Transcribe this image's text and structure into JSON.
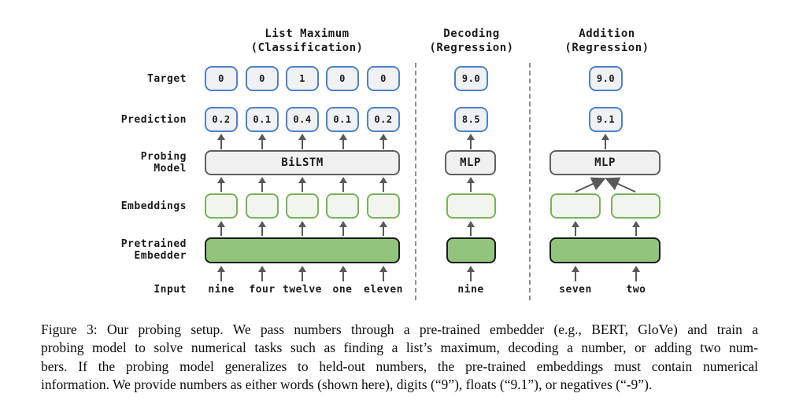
{
  "figure": {
    "row_labels": {
      "target": "Target",
      "prediction": "Prediction",
      "probing_model_line1": "Probing",
      "probing_model_line2": "Model",
      "embeddings": "Embeddings",
      "pretrained_line1": "Pretrained",
      "pretrained_line2": "Embedder",
      "input": "Input"
    },
    "columns": [
      {
        "title_line1": "List Maximum",
        "title_line2": "(Classification)",
        "targets": [
          "0",
          "0",
          "1",
          "0",
          "0"
        ],
        "predictions": [
          "0.2",
          "0.1",
          "0.4",
          "0.1",
          "0.2"
        ],
        "probing_model": "BiLSTM",
        "inputs": [
          "nine",
          "four",
          "twelve",
          "one",
          "eleven"
        ]
      },
      {
        "title_line1": "Decoding",
        "title_line2": "(Regression)",
        "targets": [
          "9.0"
        ],
        "predictions": [
          "8.5"
        ],
        "probing_model": "MLP",
        "inputs": [
          "nine"
        ]
      },
      {
        "title_line1": "Addition",
        "title_line2": "(Regression)",
        "targets": [
          "9.0"
        ],
        "predictions": [
          "9.1"
        ],
        "probing_model": "MLP",
        "inputs": [
          "seven",
          "two"
        ]
      }
    ],
    "colors": {
      "output_box_border": "#4d82c6",
      "box_fill": "#f1f1f1",
      "model_box_border": "#606060",
      "embedding_box_border": "#79b25c",
      "embedder_fill": "#93c47d",
      "arrow": "#595959"
    }
  },
  "caption": {
    "lines": [
      "Figure 3: Our probing setup. We pass numbers through a pre-trained embedder (e.g., BERT, GloVe) and train a",
      "probing model to solve numerical tasks such as finding a list’s maximum, decoding a number, or adding two num-",
      "bers. If the probing model generalizes to held-out numbers, the pre-trained embeddings must contain numerical",
      "information. We provide numbers as either words (shown here), digits (“9”), floats (“9.1”), or negatives (“-9”)."
    ]
  }
}
